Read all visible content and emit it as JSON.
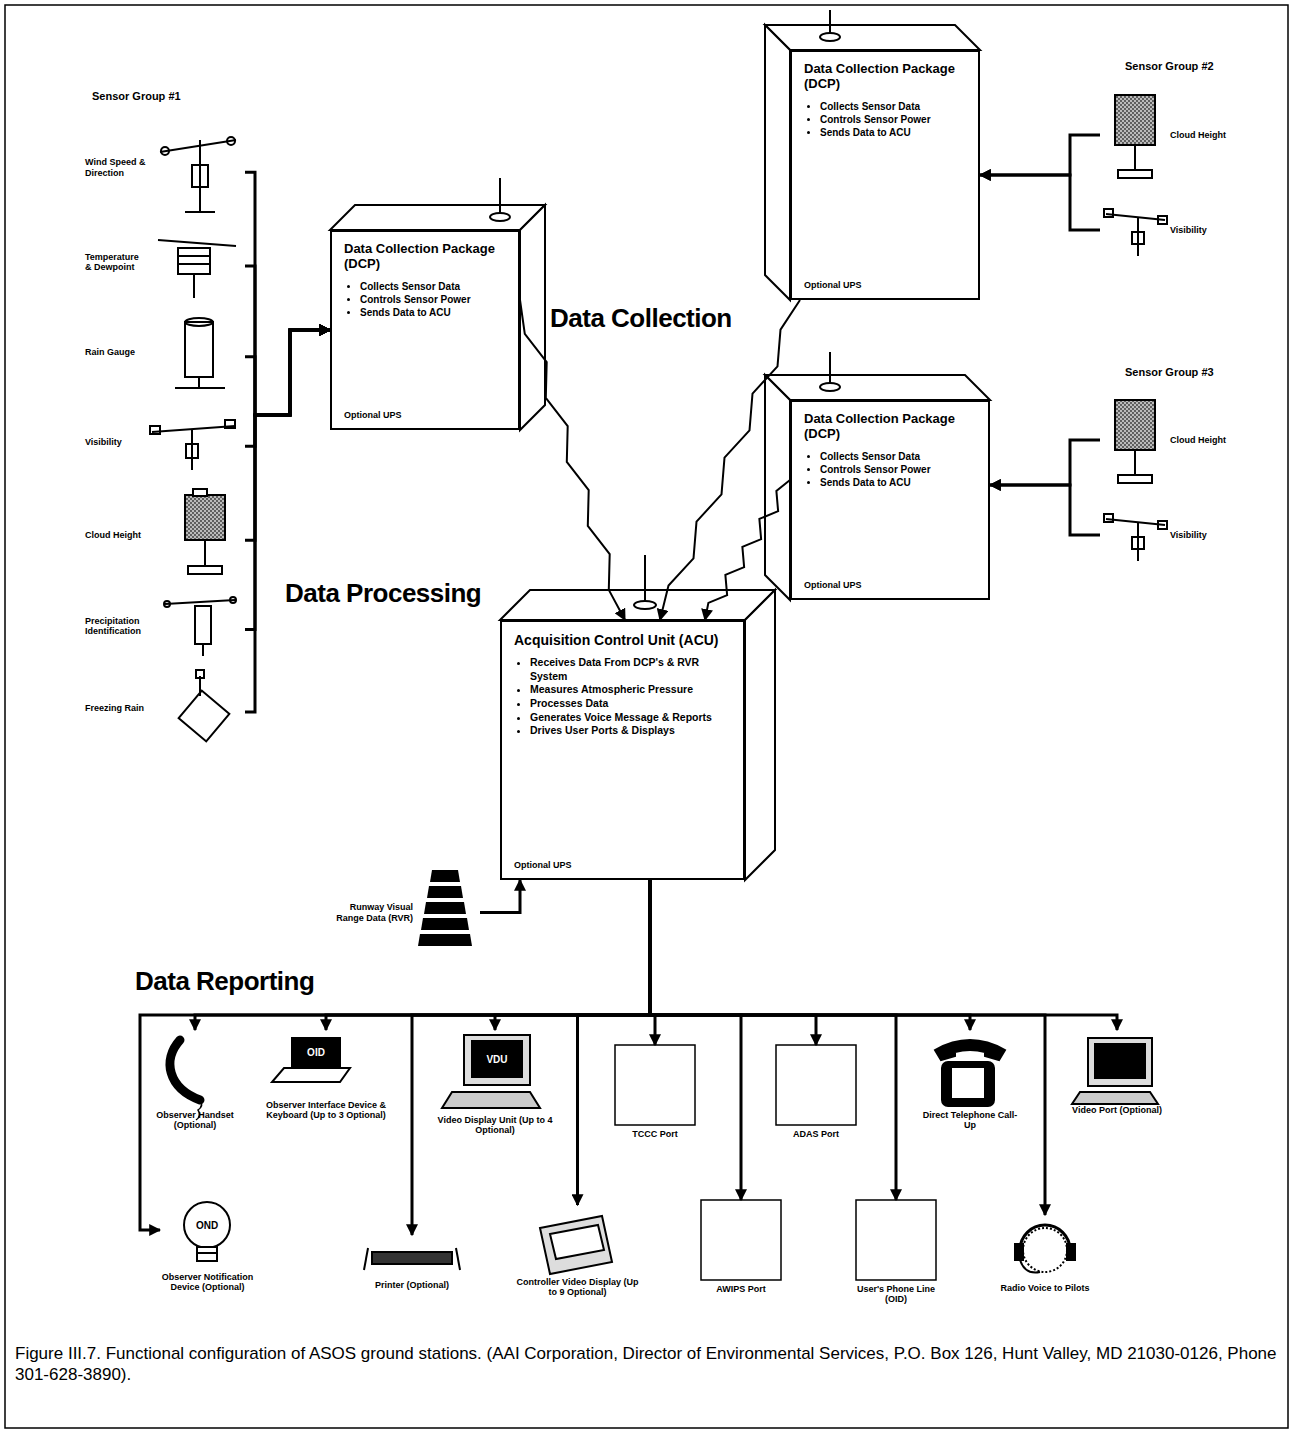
{
  "diagram": {
    "caption": "Figure III.7. Functional configuration of ASOS ground stations. (AAI Corporation, Director of Environmental Services, P.O. Box 126, Hunt Valley, MD 21030-0126, Phone 301-628-3890).",
    "nodes": [
      {
        "text": [
          "Wind Speed & Direction"
        ]
      },
      {
        "text": [
          "Temperature & Dewpoint"
        ]
      },
      {
        "text": [
          "Rain Gauge"
        ]
      },
      {
        "text": [
          "Visibility"
        ]
      },
      {
        "text": [
          "Cloud Height"
        ]
      },
      {
        "text": [
          "Precipitation Identification"
        ]
      },
      {
        "text": [
          "Freezing Rain"
        ]
      },
      {
        "text": [
          "Data Collection Package (DCP)",
          "Collects Sensor Data",
          "Controls Sensor Power",
          "Sends Data to ACU",
          "Optional UPS"
        ]
      },
      {
        "text": [
          "Data Collection Package (DCP)",
          "Collects Sensor Data",
          "Controls Sensor Power",
          "Sends Data to ACU",
          "Optional UPS"
        ]
      },
      {
        "text": [
          "Cloud Height"
        ]
      },
      {
        "text": [
          "Visibility"
        ]
      },
      {
        "text": [
          "Data Collection Package (DCP)",
          "Collects Sensor Data",
          "Controls Sensor Power",
          "Sends Data to ACU",
          "Optional UPS"
        ]
      },
      {
        "text": [
          "Cloud Height"
        ]
      },
      {
        "text": [
          "Visibility"
        ]
      },
      {
        "text": [
          "Acquisition Control Unit (ACU)",
          "Receives Data From DCP's & RVR System",
          "Measures Atmospheric Pressure",
          "Processes Data",
          "Generates Voice Message & Reports",
          "Drives User Ports & Displays",
          "Optional UPS"
        ]
      },
      {
        "text": [
          "Runway Visual Range Data (RVR)"
        ]
      },
      {
        "text": [
          "Observer Handset (Optional)"
        ]
      },
      {
        "text": [
          "OID",
          "Observer Interface Device & Keyboard (Up to 3 Optional)"
        ]
      },
      {
        "text": [
          "VDU",
          "Video Display Unit (Up to 4 Optional)"
        ]
      },
      {
        "text": [
          "TCCC Port"
        ]
      },
      {
        "text": [
          "ADAS Port"
        ]
      },
      {
        "text": [
          "Direct Telephone Call-Up"
        ]
      },
      {
        "text": [
          "Video Port (Optional)"
        ]
      },
      {
        "text": [
          "OND",
          "Observer Notification Device (Optional)"
        ]
      },
      {
        "text": [
          "Printer (Optional)"
        ]
      },
      {
        "text": [
          "Controller Video Display (Up to 9 Optional)"
        ]
      },
      {
        "text": [
          "AWIPS Port"
        ]
      },
      {
        "text": [
          "User's Phone Line (OID)"
        ]
      },
      {
        "text": [
          "Radio Voice to Pilots"
        ]
      }
    ],
    "edges": [
      {
        "from": 0,
        "to": 7,
        "arrow": "to"
      },
      {
        "from": 1,
        "to": 7,
        "arrow": "to"
      },
      {
        "from": 2,
        "to": 7,
        "arrow": "to"
      },
      {
        "from": 3,
        "to": 7,
        "arrow": "to"
      },
      {
        "from": 4,
        "to": 7,
        "arrow": "to"
      },
      {
        "from": 5,
        "to": 7,
        "arrow": "to"
      },
      {
        "from": 6,
        "to": 7,
        "arrow": "to"
      },
      {
        "from": 9,
        "to": 8,
        "arrow": "to"
      },
      {
        "from": 10,
        "to": 8,
        "arrow": "to"
      },
      {
        "from": 12,
        "to": 11,
        "arrow": "to"
      },
      {
        "from": 13,
        "to": 11,
        "arrow": "to"
      },
      {
        "from": 7,
        "to": 14,
        "arrow": "to"
      },
      {
        "from": 8,
        "to": 14,
        "arrow": "to"
      },
      {
        "from": 11,
        "to": 14,
        "arrow": "to"
      },
      {
        "from": 15,
        "to": 14,
        "arrow": "to"
      },
      {
        "from": 14,
        "to": 16,
        "arrow": "to"
      },
      {
        "from": 14,
        "to": 17,
        "arrow": "to"
      },
      {
        "from": 14,
        "to": 18,
        "arrow": "to"
      },
      {
        "from": 14,
        "to": 19,
        "arrow": "to"
      },
      {
        "from": 14,
        "to": 20,
        "arrow": "to"
      },
      {
        "from": 14,
        "to": 21,
        "arrow": "to"
      },
      {
        "from": 14,
        "to": 22,
        "arrow": "to"
      },
      {
        "from": 14,
        "to": 23,
        "arrow": "to"
      },
      {
        "from": 14,
        "to": 24,
        "arrow": "to"
      },
      {
        "from": 14,
        "to": 25,
        "arrow": "to"
      },
      {
        "from": 14,
        "to": 26,
        "arrow": "to"
      },
      {
        "from": 14,
        "to": 27,
        "arrow": "to"
      },
      {
        "from": 14,
        "to": 28,
        "arrow": "to"
      }
    ],
    "labels": [
      "Sensor Group #1",
      "Data Collection",
      "Sensor Group #2",
      "Sensor Group #3",
      "Data Processing",
      "Data Reporting"
    ]
  }
}
